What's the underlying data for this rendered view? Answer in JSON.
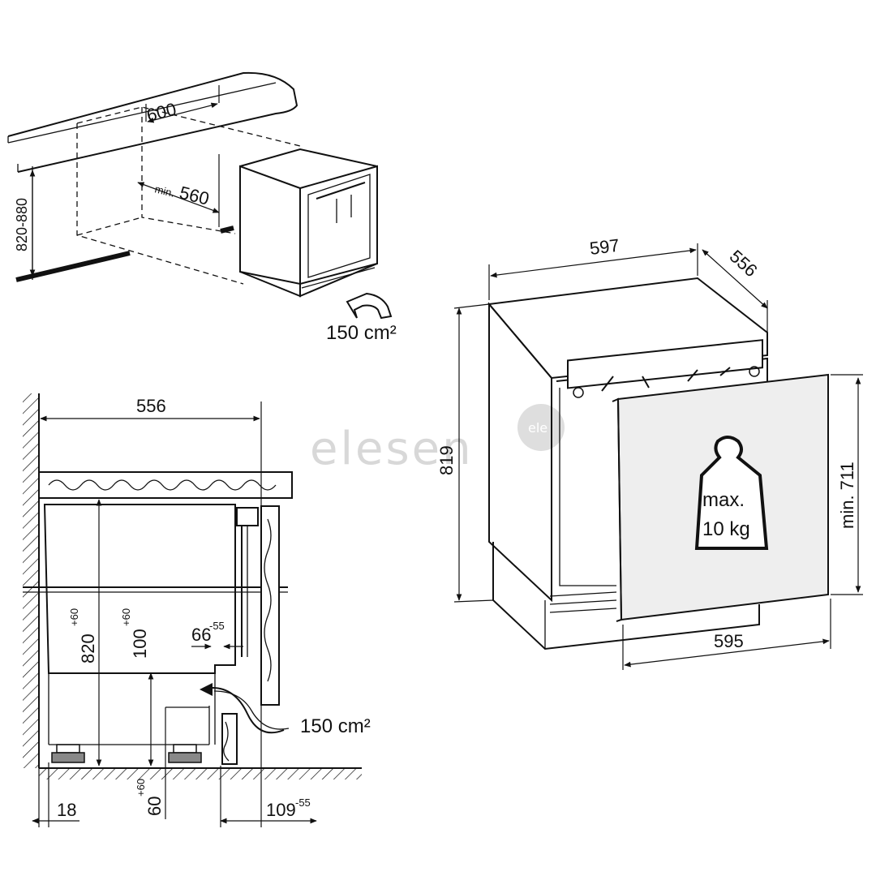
{
  "watermark": {
    "text": "elesen",
    "badge": "ele"
  },
  "top_left_view": {
    "width_label": "600",
    "min_width_label_prefix": "min.",
    "min_width_label_value": "560",
    "height_label": "820-880",
    "ventilation_label": "150 cm²"
  },
  "side_section_view": {
    "depth_label": "556",
    "height_label": "820",
    "height_tolerance": "+60",
    "plinth_height_label": "100",
    "plinth_tolerance": "+60",
    "recess_label": "66",
    "recess_tolerance": "-55",
    "foot_label": "60",
    "foot_tolerance": "+60",
    "front_offset_label": "18",
    "rear_offset_label": "109",
    "rear_offset_tolerance": "-55",
    "ventilation_label": "150 cm²"
  },
  "appliance_view": {
    "width_label": "597",
    "depth_label": "556",
    "height_label": "819",
    "door_height_label": "min. 711",
    "door_width_label": "595",
    "weight_line1": "max.",
    "weight_line2": "10 kg"
  }
}
